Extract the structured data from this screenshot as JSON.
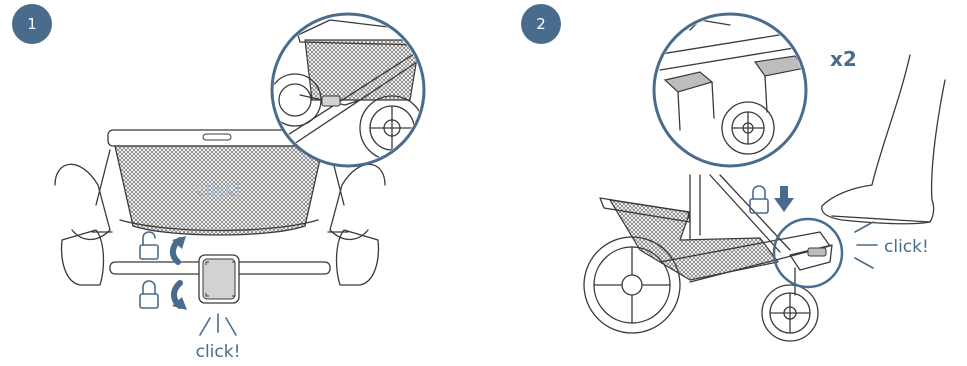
{
  "accent_color": "#4a6c8c",
  "steps": [
    {
      "number": "1",
      "click_label": "click!",
      "mesh_text": "click!",
      "icons": [
        "unlocked-icon",
        "locked-icon",
        "rotate-up-arrow-icon",
        "rotate-down-arrow-icon"
      ]
    },
    {
      "number": "2",
      "click_label": "click!",
      "multiplier": "x2",
      "icons": [
        "locked-icon",
        "down-arrow-icon",
        "foot-icon"
      ]
    }
  ]
}
